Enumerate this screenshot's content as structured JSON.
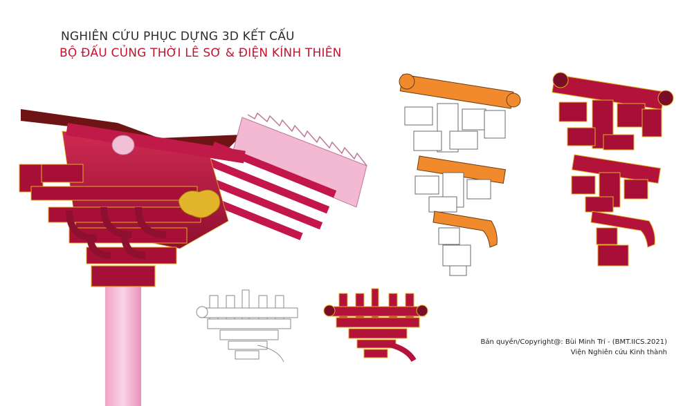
{
  "title": {
    "line1": "NGHIÊN CỨU PHỤC DỰNG 3D KẾT CẤU",
    "line2": "BỘ ĐẤU CỦNG THỜI LÊ SƠ & ĐIỆN KÍNH THIÊN"
  },
  "credit": {
    "line1": "Bản quyền/Copyright@: Bùi Minh Trí - (BMT.IICS.2021)",
    "line2": "Viện Nghiên cứu Kinh thành"
  },
  "colors": {
    "accent_red": "#c4122f",
    "wood_red": "#b3123a",
    "wood_dark": "#7a0d28",
    "gold": "#e0b020",
    "orange": "#f08a2c",
    "pink": "#f3b8d2",
    "line_gray": "#6a6a6a"
  },
  "illustrations": [
    {
      "id": "perspective-render",
      "icon": "bracket-set-3d-render"
    },
    {
      "id": "exploded-wireframe",
      "icon": "exploded-wireframe-diagram"
    },
    {
      "id": "exploded-colored",
      "icon": "exploded-colored-diagram"
    },
    {
      "id": "elevation-outline",
      "icon": "elevation-outline-diagram"
    },
    {
      "id": "elevation-colored",
      "icon": "elevation-colored-diagram"
    }
  ]
}
